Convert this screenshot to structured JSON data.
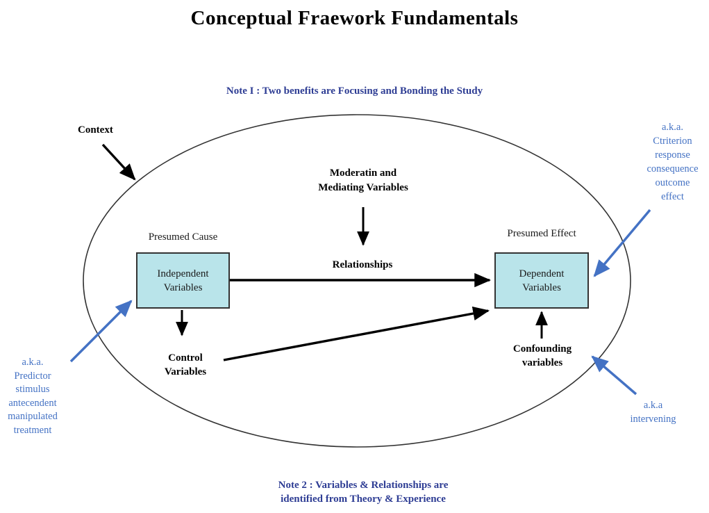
{
  "title": "Conceptual Fraework Fundamentals",
  "notes": {
    "note1": "Note I : Two benefits are Focusing and Bonding the Study",
    "note2_line1": "Note 2 : Variables & Relationships are",
    "note2_line2": "identified from Theory & Experience"
  },
  "labels": {
    "context": "Context",
    "moderating_line1": "Moderatin and",
    "moderating_line2": "Mediating Variables",
    "presumed_cause": "Presumed Cause",
    "presumed_effect": "Presumed Effect",
    "relationships": "Relationships",
    "control_line1": "Control",
    "control_line2": "Variables",
    "confounding_line1": "Confounding",
    "confounding_line2": "variables"
  },
  "boxes": {
    "independent_line1": "Independent",
    "independent_line2": "Variables",
    "dependent_line1": "Dependent",
    "dependent_line2": "Variables"
  },
  "aka_left": {
    "lines": [
      "a.k.a.",
      "Predictor",
      "stimulus",
      "antecendent",
      "manipulated",
      "treatment"
    ]
  },
  "aka_right": {
    "lines": [
      "a.k.a.",
      "Ctriterion",
      "response",
      "consequence",
      "outcome",
      "effect"
    ]
  },
  "aka_bottom": {
    "lines": [
      "a.k.a",
      "intervening"
    ]
  },
  "colors": {
    "note_blue": "#2e3d94",
    "aka_blue": "#4472c4",
    "box_fill": "#b9e4ea",
    "box_border": "#333333",
    "ellipse_stroke": "#333333",
    "arrow_black": "#000000"
  }
}
